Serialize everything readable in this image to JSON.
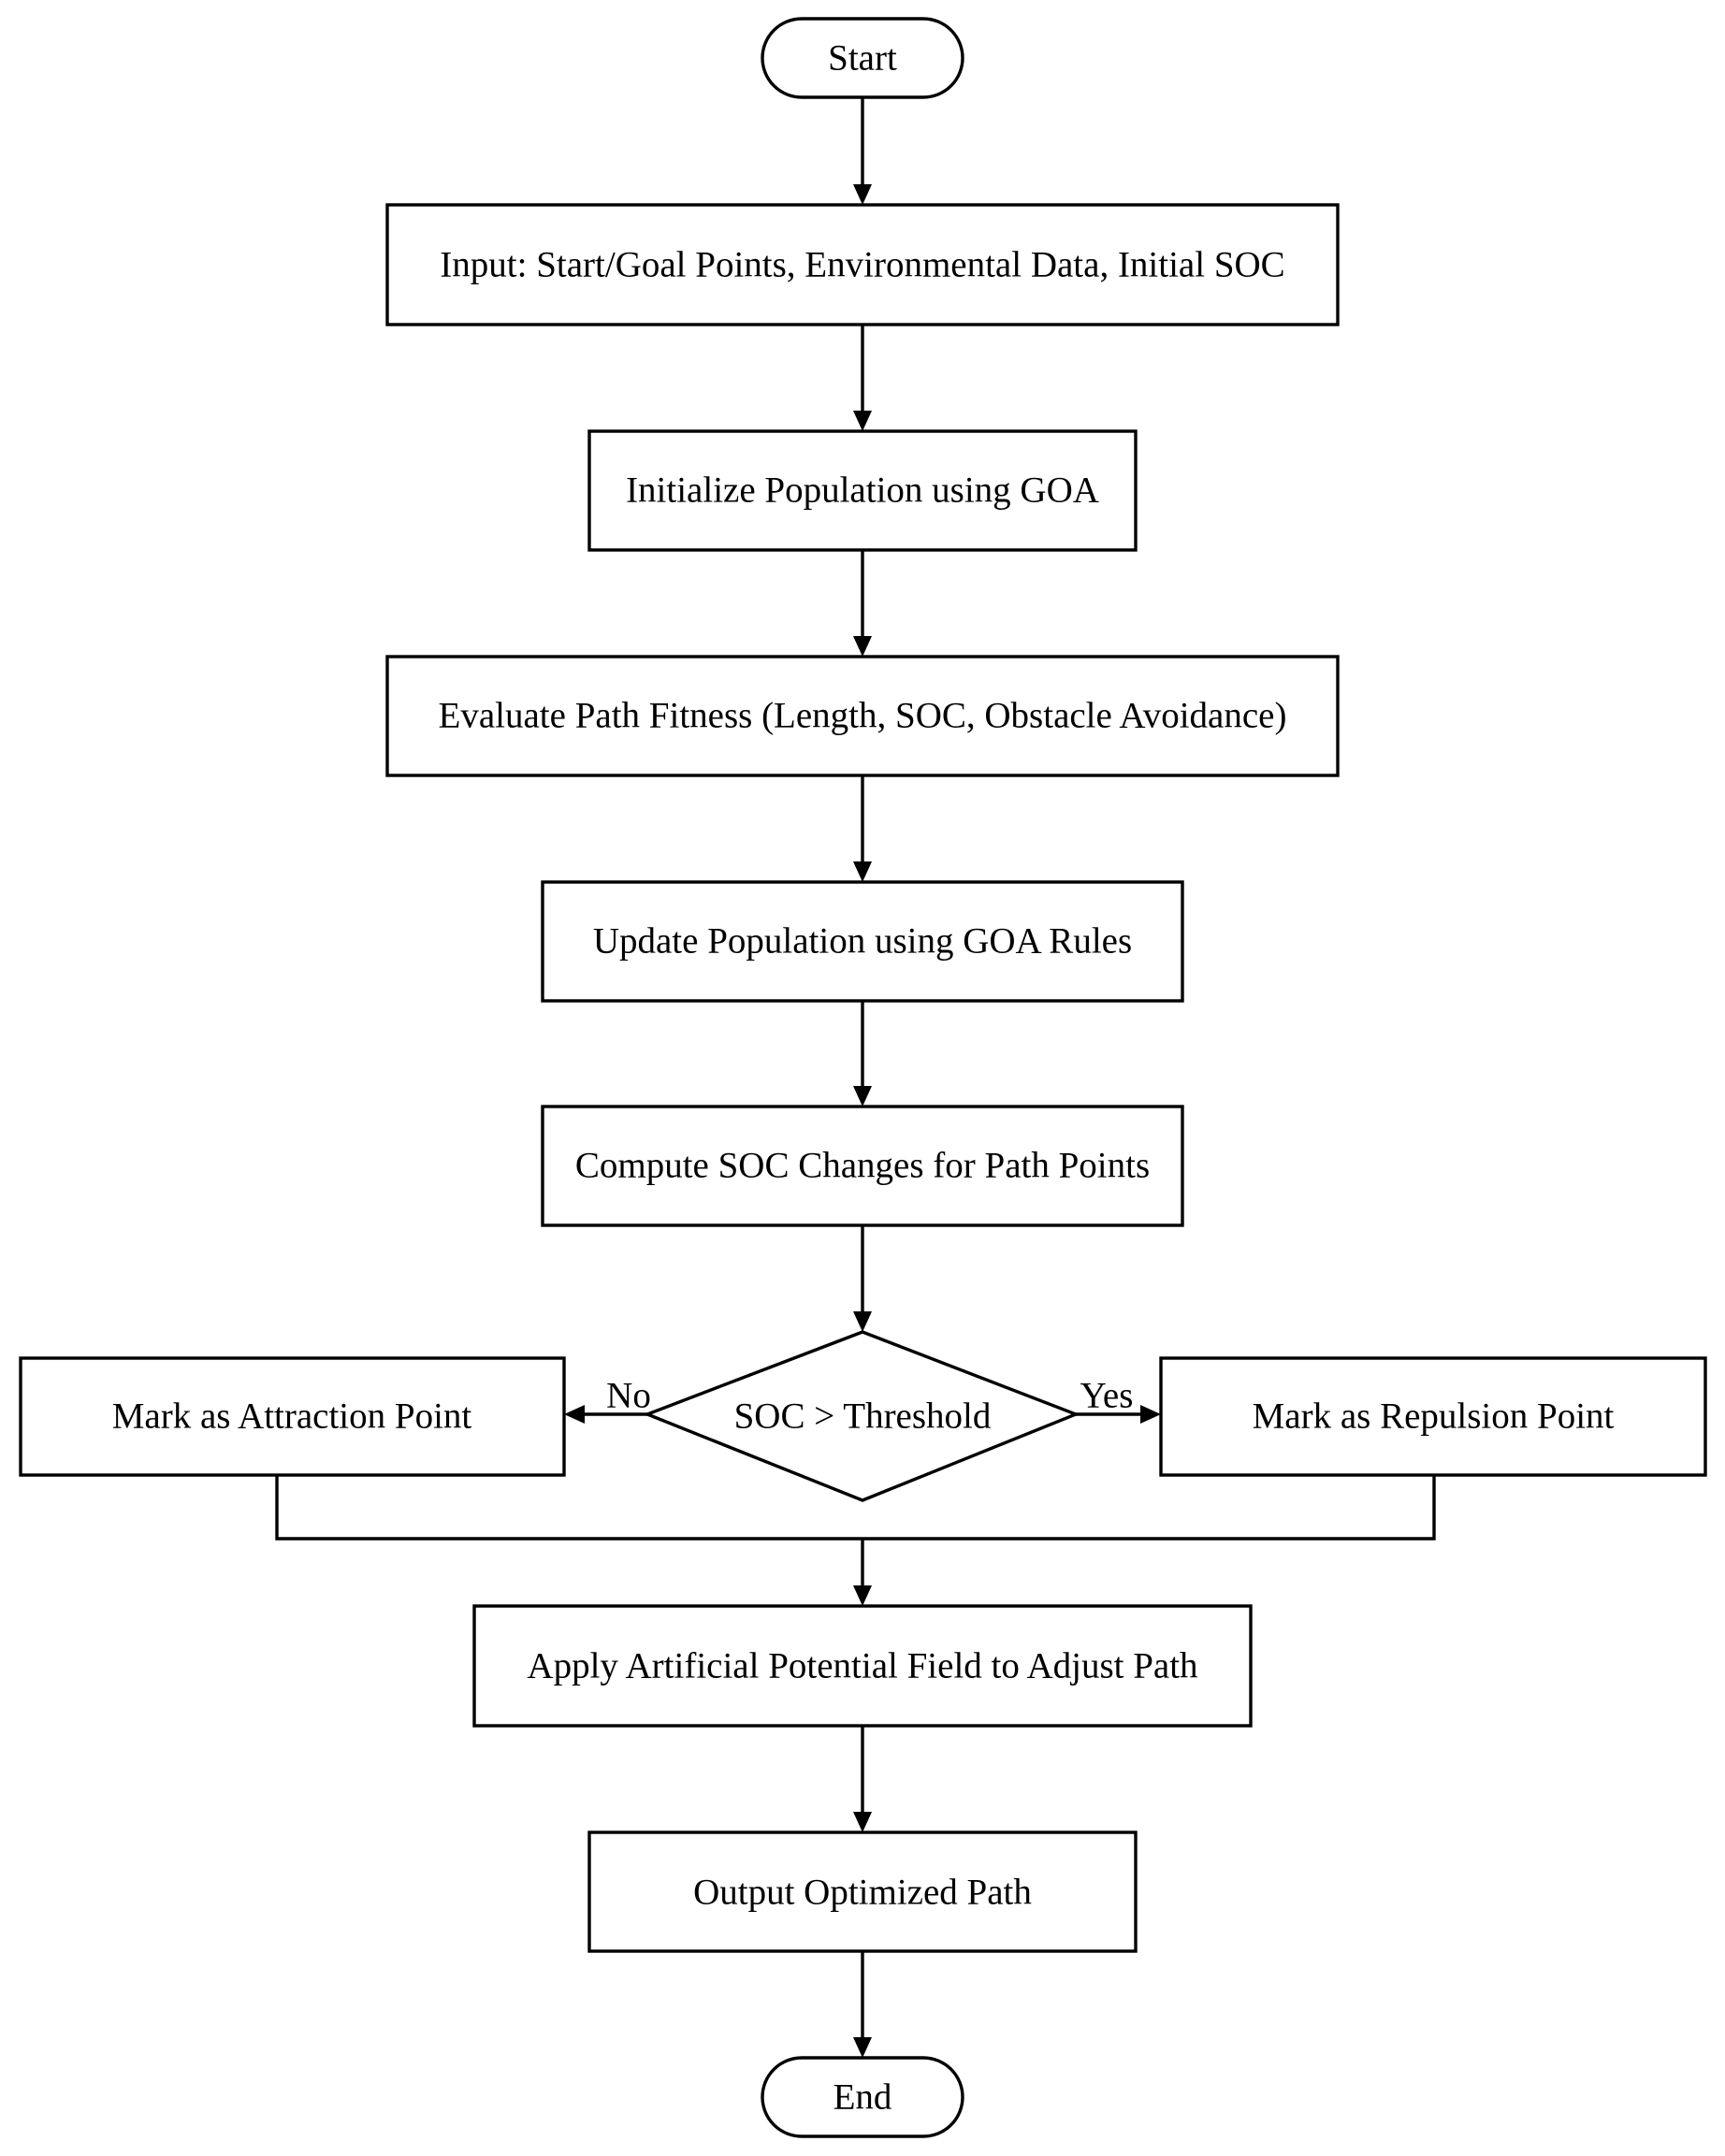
{
  "nodes": {
    "start": "Start",
    "input": "Input: Start/Goal Points, Environmental Data, Initial SOC",
    "initialize": "Initialize Population using GOA",
    "evaluate": "Evaluate Path Fitness (Length, SOC, Obstacle Avoidance)",
    "update": "Update Population using GOA Rules",
    "compute": "Compute SOC Changes for Path Points",
    "decision": "SOC > Threshold",
    "attraction": "Mark as Attraction Point",
    "repulsion": "Mark as Repulsion Point",
    "apply": "Apply Artificial Potential Field to Adjust Path",
    "output": "Output Optimized Path",
    "end": "End"
  },
  "branches": {
    "no": "No",
    "yes": "Yes"
  }
}
